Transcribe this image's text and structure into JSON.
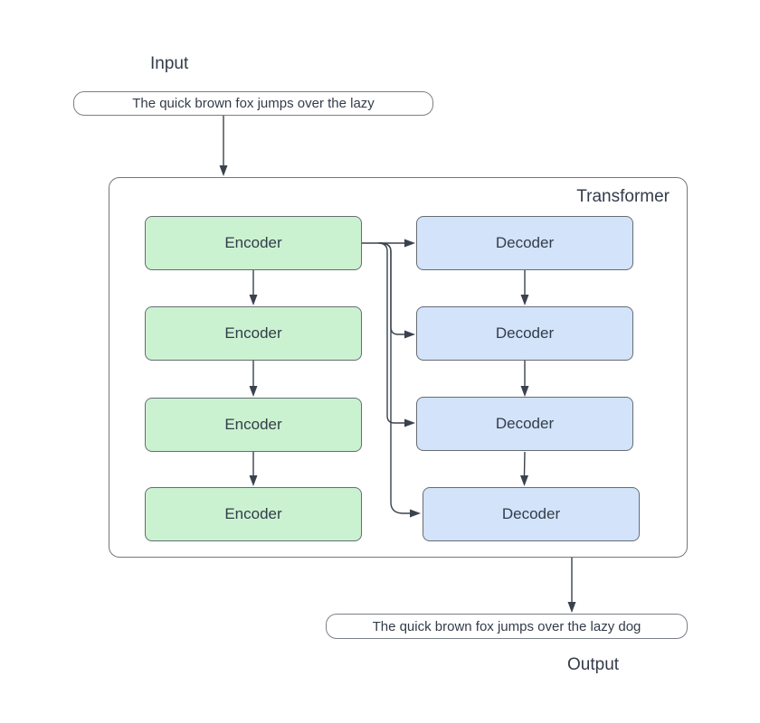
{
  "labels": {
    "input": "Input",
    "output": "Output",
    "transformer": "Transformer"
  },
  "input_box": {
    "text": "The quick brown fox jumps over the lazy"
  },
  "output_box": {
    "text": "The quick brown fox jumps over the lazy dog"
  },
  "encoders": [
    {
      "label": "Encoder"
    },
    {
      "label": "Encoder"
    },
    {
      "label": "Encoder"
    },
    {
      "label": "Encoder"
    }
  ],
  "decoders": [
    {
      "label": "Decoder"
    },
    {
      "label": "Decoder"
    },
    {
      "label": "Decoder"
    },
    {
      "label": "Decoder"
    }
  ],
  "colors": {
    "encoder_fill": "#cbf2d0",
    "decoder_fill": "#d2e3fa",
    "box_border": "#666c73",
    "arrow": "#3a424e",
    "text": "#333c4a",
    "bg": "#ffffff"
  }
}
